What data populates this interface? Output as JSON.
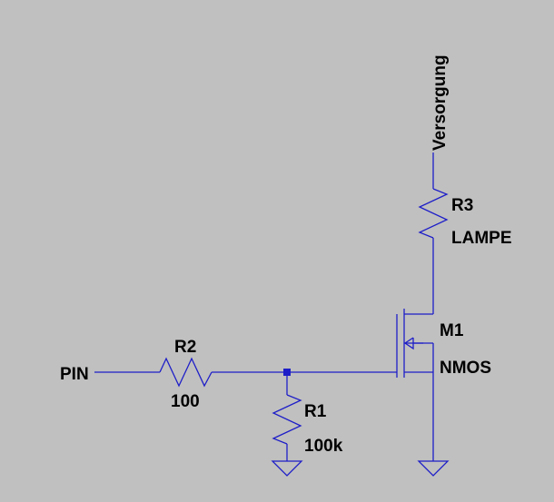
{
  "schematic": {
    "net_labels": {
      "supply": "Versorgung",
      "input": "PIN"
    },
    "components": {
      "r1": {
        "name": "R1",
        "value": "100k"
      },
      "r2": {
        "name": "R2",
        "value": "100"
      },
      "r3": {
        "name": "R3",
        "value": "LAMPE"
      },
      "m1": {
        "name": "M1",
        "value": "NMOS"
      }
    },
    "colors": {
      "background": "#c0c0c0",
      "wire": "#1e1ec8",
      "text": "#000000"
    }
  }
}
